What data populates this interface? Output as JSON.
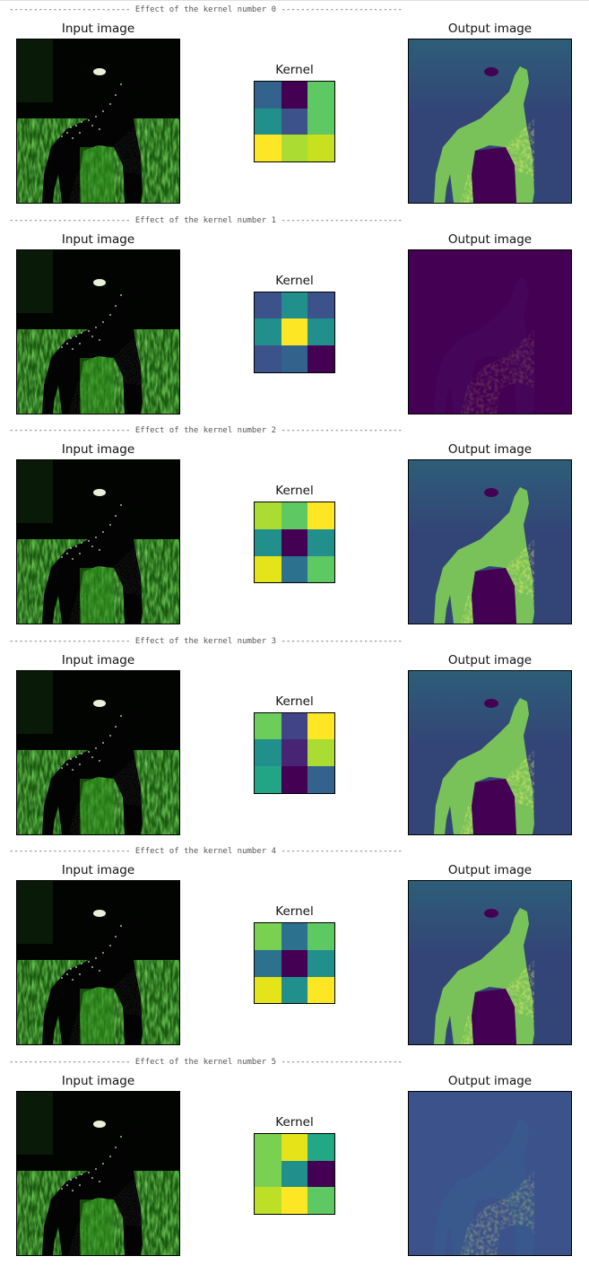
{
  "blocks": [
    {
      "separator": "------------------------- Effect of the kernel number 0 -------------------------",
      "input_title": "Input image",
      "kernel_title": "Kernel",
      "output_title": "Output image",
      "kernel_colors": [
        "#33638d",
        "#440154",
        "#5ec962",
        "#21908d",
        "#3b528b",
        "#5ec962",
        "#fde725",
        "#aadc32",
        "#c8e020"
      ],
      "output_variant": "bright"
    },
    {
      "separator": "------------------------- Effect of the kernel number 1 -------------------------",
      "input_title": "Input image",
      "kernel_title": "Kernel",
      "output_title": "Output image",
      "kernel_colors": [
        "#3b528b",
        "#21908d",
        "#3b528b",
        "#21908d",
        "#fde725",
        "#21908d",
        "#3b528b",
        "#33638d",
        "#440154"
      ],
      "output_variant": "dark"
    },
    {
      "separator": "------------------------- Effect of the kernel number 2 -------------------------",
      "input_title": "Input image",
      "kernel_title": "Kernel",
      "output_title": "Output image",
      "kernel_colors": [
        "#aadc32",
        "#5ec962",
        "#fde725",
        "#21908d",
        "#440154",
        "#21908d",
        "#e5e419",
        "#2c728e",
        "#5ec962"
      ],
      "output_variant": "bright"
    },
    {
      "separator": "------------------------- Effect of the kernel number 3 -------------------------",
      "input_title": "Input image",
      "kernel_title": "Kernel",
      "output_title": "Output image",
      "kernel_colors": [
        "#6ccd5a",
        "#414487",
        "#fde725",
        "#21908d",
        "#482475",
        "#aadc32",
        "#21a585",
        "#440154",
        "#33638d"
      ],
      "output_variant": "bright"
    },
    {
      "separator": "------------------------- Effect of the kernel number 4 -------------------------",
      "input_title": "Input image",
      "kernel_title": "Kernel",
      "output_title": "Output image",
      "kernel_colors": [
        "#7ad151",
        "#2c728e",
        "#5ec962",
        "#2c728e",
        "#440154",
        "#21908d",
        "#e5e419",
        "#21908d",
        "#fde725"
      ],
      "output_variant": "bright"
    },
    {
      "separator": "------------------------- Effect of the kernel number 5 -------------------------",
      "input_title": "Input image",
      "kernel_title": "Kernel",
      "output_title": "Output image",
      "kernel_colors": [
        "#7ad151",
        "#e5e419",
        "#22a884",
        "#7ad151",
        "#21908d",
        "#440154",
        "#bddf26",
        "#fde725",
        "#5ec962"
      ],
      "output_variant": "teal"
    }
  ]
}
